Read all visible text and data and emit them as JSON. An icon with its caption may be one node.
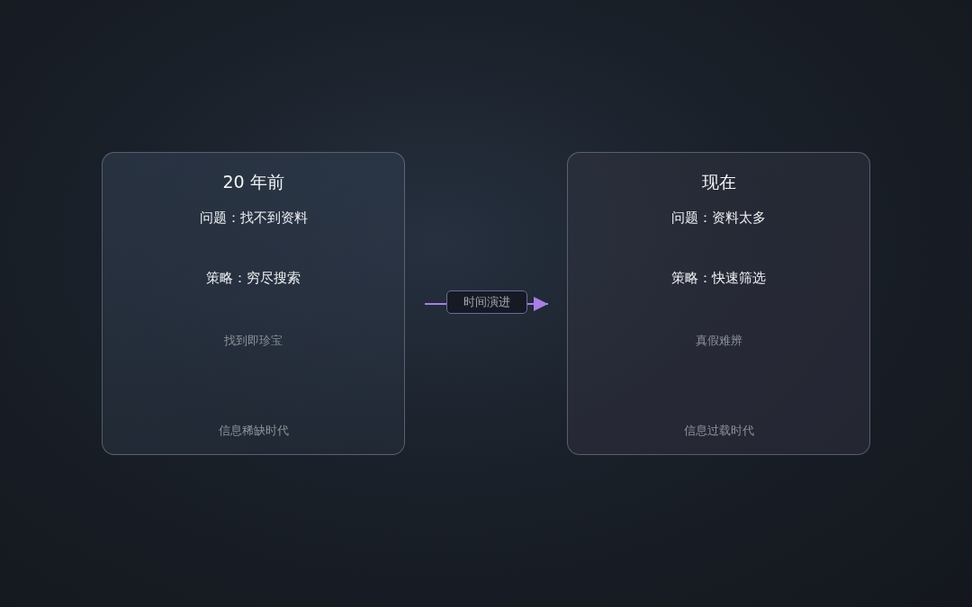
{
  "diagram": {
    "nodes": [
      {
        "text": [
          "20 年前",
          "问题：找不到资料",
          "策略：穷尽搜索",
          "找到即珍宝",
          "信息稀缺时代"
        ]
      },
      {
        "text": [
          "现在",
          "问题：资料太多",
          "策略：快速筛选",
          "真假难辨",
          "信息过载时代"
        ]
      }
    ],
    "edges": [
      {
        "from": 0,
        "to": 1,
        "arrow": "to",
        "label": "时间演进"
      }
    ]
  }
}
